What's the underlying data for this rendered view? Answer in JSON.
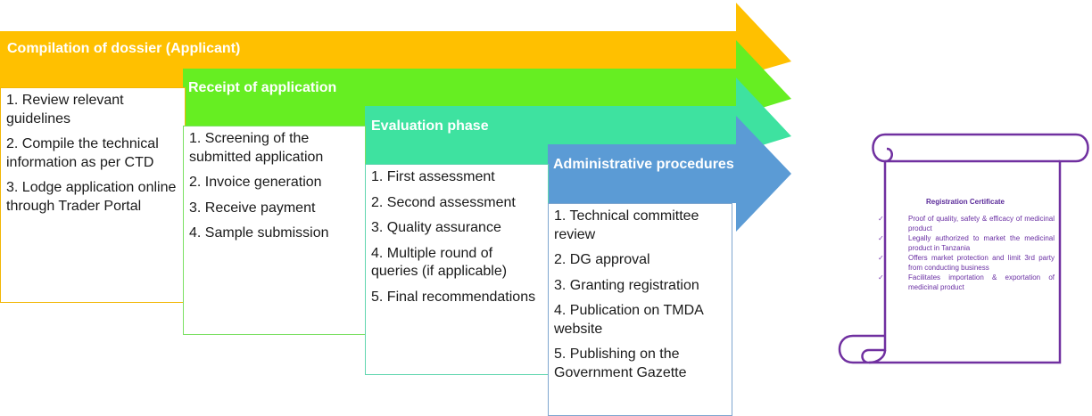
{
  "stages": [
    {
      "title": "Compilation of dossier (Applicant)",
      "color": "#FFC000",
      "items": [
        "1. Review relevant guidelines",
        "2. Compile the technical information as per CTD",
        "3. Lodge application online through Trader Portal"
      ]
    },
    {
      "title": "Receipt of application",
      "color": "#66EE22",
      "items": [
        "1. Screening of the submitted application",
        "2. Invoice generation",
        "3. Receive payment",
        "4. Sample submission"
      ]
    },
    {
      "title": "Evaluation phase",
      "color": "#3EE2A0",
      "items": [
        "1. First assessment",
        "2. Second assessment",
        "3. Quality assurance",
        "4. Multiple round of queries (if applicable)",
        "5. Final recommendations"
      ]
    },
    {
      "title": "Administrative procedures",
      "color": "#5B9BD5",
      "items": [
        "1. Technical committee review",
        "2. DG approval",
        "3. Granting registration",
        "4. Publication on TMDA website",
        "5. Publishing on the Government Gazette"
      ]
    }
  ],
  "certificate": {
    "title": "Registration Certificate",
    "border_color": "#7030A0",
    "check_icon": "checkmark-icon",
    "items": [
      "Proof of quality, safety & efficacy of medicinal product",
      "Legally authorized to market the medicinal product in Tanzania",
      "Offers market protection and limit 3rd party from conducting business",
      "Facilitates importation & exportation of medicinal product"
    ]
  }
}
